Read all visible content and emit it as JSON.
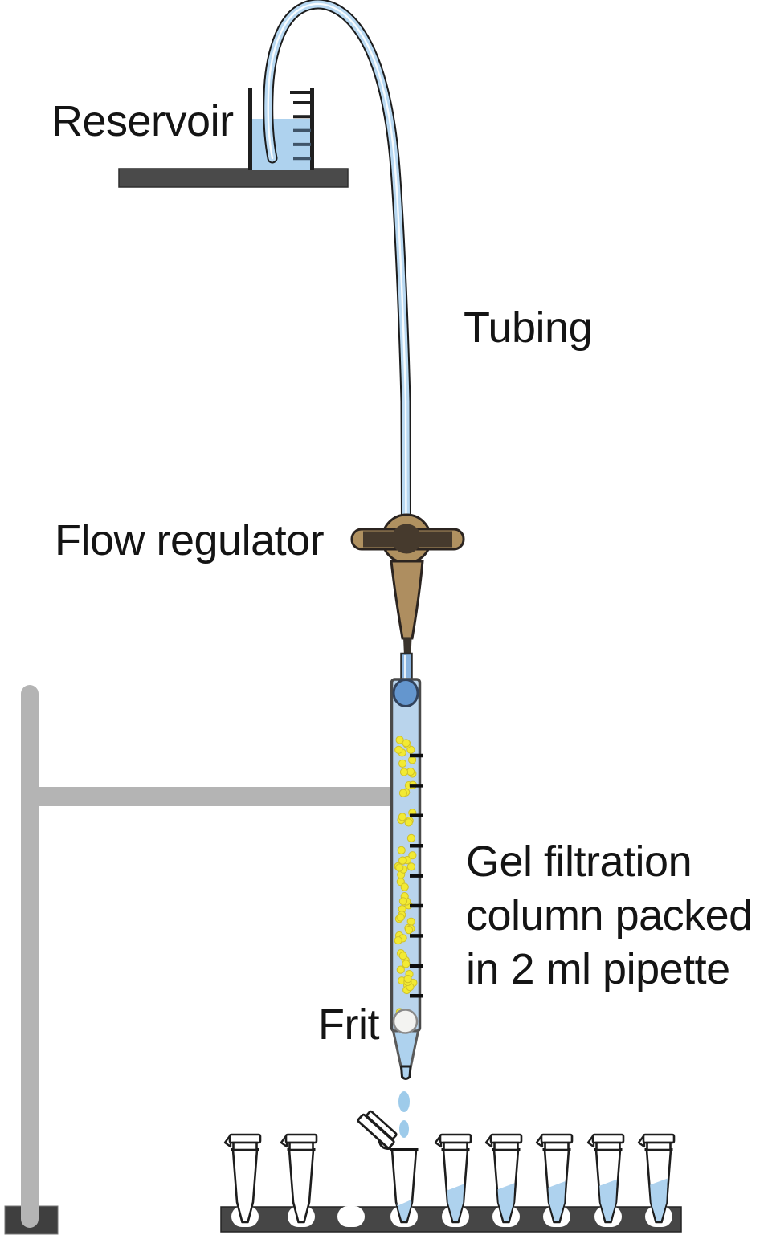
{
  "labels": {
    "reservoir": "Reservoir",
    "tubing": "Tubing",
    "flow_regulator": "Flow regulator",
    "column": "Gel filtration\ncolumn packed\nin 2 ml pipette",
    "frit": "Frit"
  },
  "colors": {
    "background": "#ffffff",
    "outline": "#1f1f1f",
    "liquid_blue": "#aed2ee",
    "tubing_blue": "#b9d9f2",
    "drop_blue": "#9ecbea",
    "bulb_blue": "#6496ce",
    "column_fill": "#b9d4ec",
    "column_wall": "#4a4a4a",
    "bead_yellow": "#f2ea33",
    "bead_edge": "#cfc02a",
    "regulator_tan": "#b09160",
    "regulator_dark": "#463a2d",
    "stand_gray": "#b4b4b4",
    "rack_gray": "#464646",
    "shelf_gray": "#4a4a4a",
    "frit_white": "#f3f3f1"
  },
  "diagram": {
    "reservoir": {
      "graduation_count": 5,
      "has_liquid": true
    },
    "tubing": {
      "connects": "reservoir to flow regulator"
    },
    "flow_regulator": {
      "type": "stopcock"
    },
    "column": {
      "bead_count": 62,
      "tick_count": 9,
      "has_frit": true,
      "has_bulb": true
    },
    "drops": {
      "count": 2
    },
    "rack": {
      "slot_count": 9,
      "empty_slot_index": 2,
      "tubes": [
        {
          "slot": 0,
          "cap": "closed",
          "fill": 0
        },
        {
          "slot": 1,
          "cap": "closed",
          "fill": 0
        },
        {
          "slot": 3,
          "cap": "open",
          "fill": 0.2
        },
        {
          "slot": 4,
          "cap": "closed",
          "fill": 0.37
        },
        {
          "slot": 5,
          "cap": "closed",
          "fill": 0.38
        },
        {
          "slot": 6,
          "cap": "closed",
          "fill": 0.4
        },
        {
          "slot": 7,
          "cap": "closed",
          "fill": 0.42
        },
        {
          "slot": 8,
          "cap": "closed",
          "fill": 0.43
        }
      ]
    }
  }
}
